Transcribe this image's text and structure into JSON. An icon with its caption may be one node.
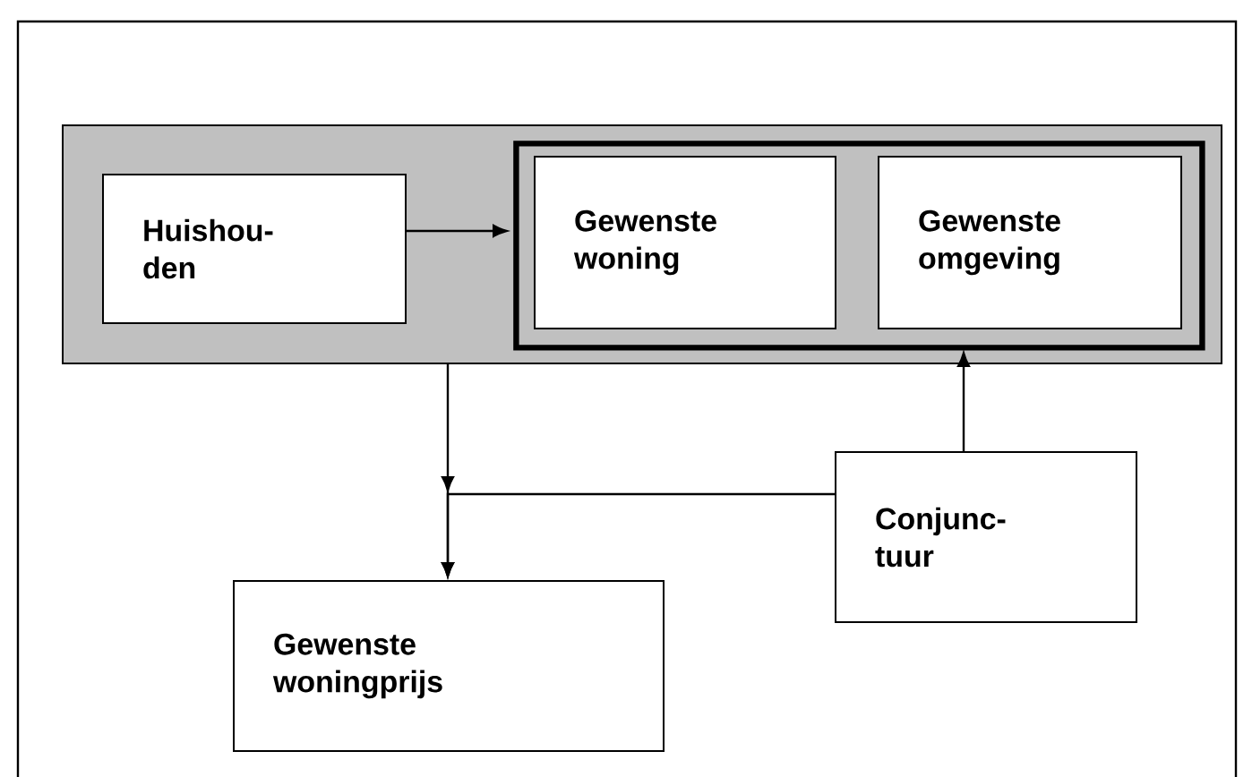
{
  "diagram": {
    "nodes": [
      {
        "text": [],
        "shape": "box"
      },
      {
        "text": [
          "Huishou- den"
        ],
        "in": 0
      },
      {
        "text": [],
        "shape": "box",
        "in": 0
      },
      {
        "text": [
          "Gewenste woning"
        ],
        "in": 2
      },
      {
        "text": [
          "Gewenste omgeving"
        ],
        "in": 2
      },
      {
        "text": [
          "Conjunc- tuur"
        ]
      },
      {
        "text": [
          "Gewenste woningprijs"
        ]
      }
    ],
    "edges": [
      {
        "from": 1,
        "to": 2,
        "arrow": "to"
      },
      {
        "from": 5,
        "to": 2,
        "arrow": "to"
      },
      {
        "from": 0,
        "to": 6,
        "arrow": "to"
      },
      {
        "from": 5,
        "to": 6,
        "arrow": "to"
      }
    ]
  }
}
